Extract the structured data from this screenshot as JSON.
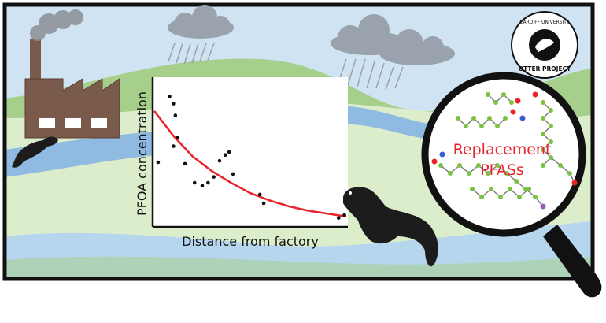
{
  "logo": {
    "text_top": "CARDIFF UNIVERSITY",
    "text_bottom": "OTTER PROJECT"
  },
  "inset_chart": {
    "ylabel": "PFOA concentration",
    "xlabel": "Distance from factory"
  },
  "magnifier": {
    "label_line1": "Replacement",
    "label_line2": "PFASs"
  },
  "chart_data": {
    "type": "scatter",
    "title": "",
    "xlabel": "Distance from factory",
    "ylabel": "PFOA concentration",
    "points": [
      {
        "x": 0.02,
        "y": 0.43
      },
      {
        "x": 0.08,
        "y": 0.88
      },
      {
        "x": 0.1,
        "y": 0.83
      },
      {
        "x": 0.11,
        "y": 0.75
      },
      {
        "x": 0.12,
        "y": 0.6
      },
      {
        "x": 0.1,
        "y": 0.54
      },
      {
        "x": 0.16,
        "y": 0.42
      },
      {
        "x": 0.21,
        "y": 0.29
      },
      {
        "x": 0.25,
        "y": 0.27
      },
      {
        "x": 0.28,
        "y": 0.29
      },
      {
        "x": 0.31,
        "y": 0.33
      },
      {
        "x": 0.34,
        "y": 0.44
      },
      {
        "x": 0.37,
        "y": 0.48
      },
      {
        "x": 0.39,
        "y": 0.5
      },
      {
        "x": 0.41,
        "y": 0.35
      },
      {
        "x": 0.55,
        "y": 0.21
      },
      {
        "x": 0.57,
        "y": 0.15
      },
      {
        "x": 0.96,
        "y": 0.05
      },
      {
        "x": 0.99,
        "y": 0.07
      }
    ],
    "trend": {
      "x": [
        0.0,
        0.1,
        0.2,
        0.3,
        0.4,
        0.5,
        0.6,
        0.7,
        0.8,
        0.9,
        1.0
      ],
      "y": [
        0.78,
        0.61,
        0.47,
        0.37,
        0.29,
        0.22,
        0.17,
        0.13,
        0.1,
        0.08,
        0.06
      ]
    },
    "axis_ticks": "none",
    "grid": false,
    "trend_color": "#e8242a"
  },
  "colors": {
    "sky": "#c8dff0",
    "hill_green": "#a9d08e",
    "hill_light": "#d9ecc8",
    "river": "#8fb8e0",
    "factory": "#7a5a4a",
    "smoke": "#8a8f96",
    "cloud": "#9aa2ad",
    "otter": "#1c1c1c",
    "red": "#e8242a"
  }
}
